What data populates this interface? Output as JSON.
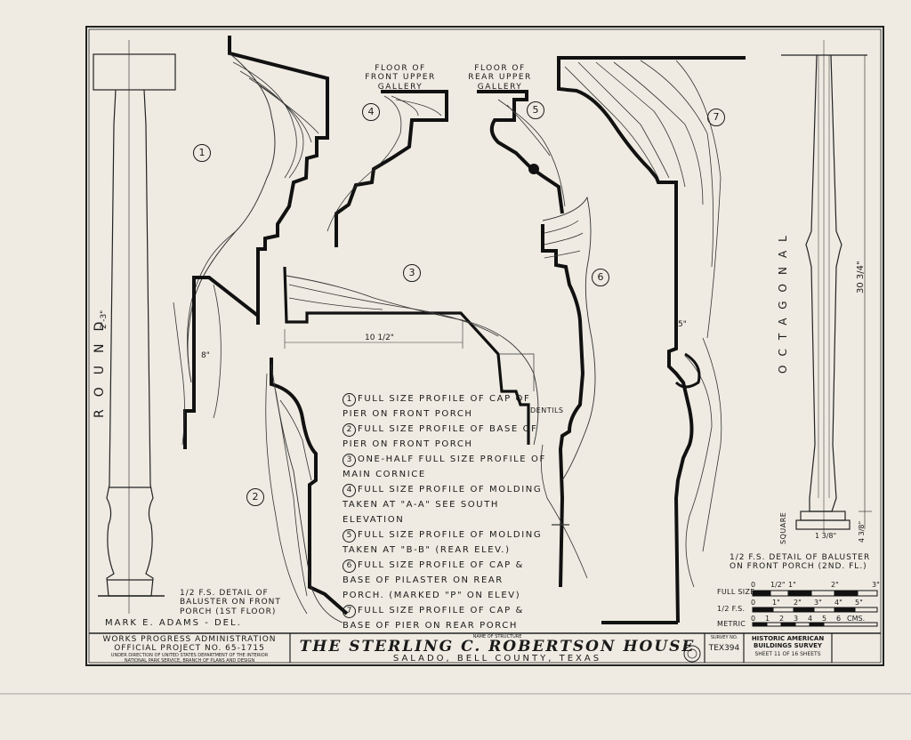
{
  "drawing": {
    "detail_numbers": [
      "1",
      "2",
      "3",
      "4",
      "5",
      "6",
      "7"
    ],
    "labels": {
      "floor_front": "FLOOR OF FRONT UPPER GALLERY",
      "floor_rear": "FLOOR OF REAR UPPER GALLERY",
      "dentils": "DENTILS",
      "round": "ROUND",
      "octagonal": "OCTAGONAL",
      "square": "SQUARE",
      "dim_2_3": "2'-3\"",
      "dim_30_3_4": "30 3/4\"",
      "dim_4_3_8": "4 3/8\"",
      "dim_10_half": "10 1/2\"",
      "dim_8": "8\"",
      "dim_5": "5\"",
      "dim_1_3_8": "1 3/8\""
    },
    "baluster_front_caption": "1/2 F.S. DETAIL OF BALUSTER ON FRONT PORCH (1ST FLOOR)",
    "baluster_rear_caption": "1/2 F.S. DETAIL OF BALUSTER ON FRONT PORCH (2ND. FL.)",
    "delineator": "MARK E. ADAMS - DEL."
  },
  "legend": [
    {
      "n": "1",
      "text": "FULL SIZE PROFILE OF CAP OF PIER ON FRONT PORCH"
    },
    {
      "n": "2",
      "text": "FULL SIZE PROFILE OF BASE OF PIER ON FRONT PORCH"
    },
    {
      "n": "3",
      "text": "ONE-HALF FULL SIZE PROFILE OF MAIN CORNICE"
    },
    {
      "n": "4",
      "text": "FULL SIZE PROFILE OF MOLDING TAKEN AT \"A-A\" SEE SOUTH ELEVATION"
    },
    {
      "n": "5",
      "text": "FULL SIZE PROFILE OF MOLDING TAKEN AT \"B-B\" (REAR ELEV.)"
    },
    {
      "n": "6",
      "text": "FULL SIZE PROFILE OF CAP & BASE OF PILASTER ON REAR PORCH. (MARKED \"P\" ON ELEV)"
    },
    {
      "n": "7",
      "text": "FULL SIZE PROFILE OF CAP & BASE OF PIER ON REAR PORCH"
    }
  ],
  "scales": {
    "full_size": {
      "label": "FULL SIZE",
      "ticks": [
        "0",
        "1/2\"",
        "1\"",
        "2\"",
        "3\""
      ]
    },
    "half_fs": {
      "label": "1/2 F.S.",
      "ticks": [
        "0",
        "1\"",
        "2\"",
        "3\"",
        "4\"",
        "5\""
      ]
    },
    "metric": {
      "label": "METRIC",
      "ticks": [
        "0",
        "1",
        "2",
        "3",
        "4",
        "5",
        "6",
        "CMS."
      ]
    }
  },
  "title_block": {
    "agency": "WORKS PROGRESS ADMINISTRATION",
    "project": "OFFICIAL PROJECT NO. 65-1715",
    "under": "UNDER DIRECTION OF UNITED STATES DEPARTMENT OF THE INTERIOR",
    "branch": "NATIONAL PARK SERVICE, BRANCH OF PLANS AND DESIGN",
    "name_caption": "NAME OF STRUCTURE",
    "structure": "THE STERLING C. ROBERTSON HOUSE",
    "location": "SALADO, BELL COUNTY, TEXAS",
    "survey_caption": "SURVEY NO.",
    "survey_no": "TEX394",
    "habs_line1": "HISTORIC AMERICAN",
    "habs_line2": "BUILDINGS SURVEY",
    "sheet": "SHEET 11 OF 16 SHEETS"
  }
}
